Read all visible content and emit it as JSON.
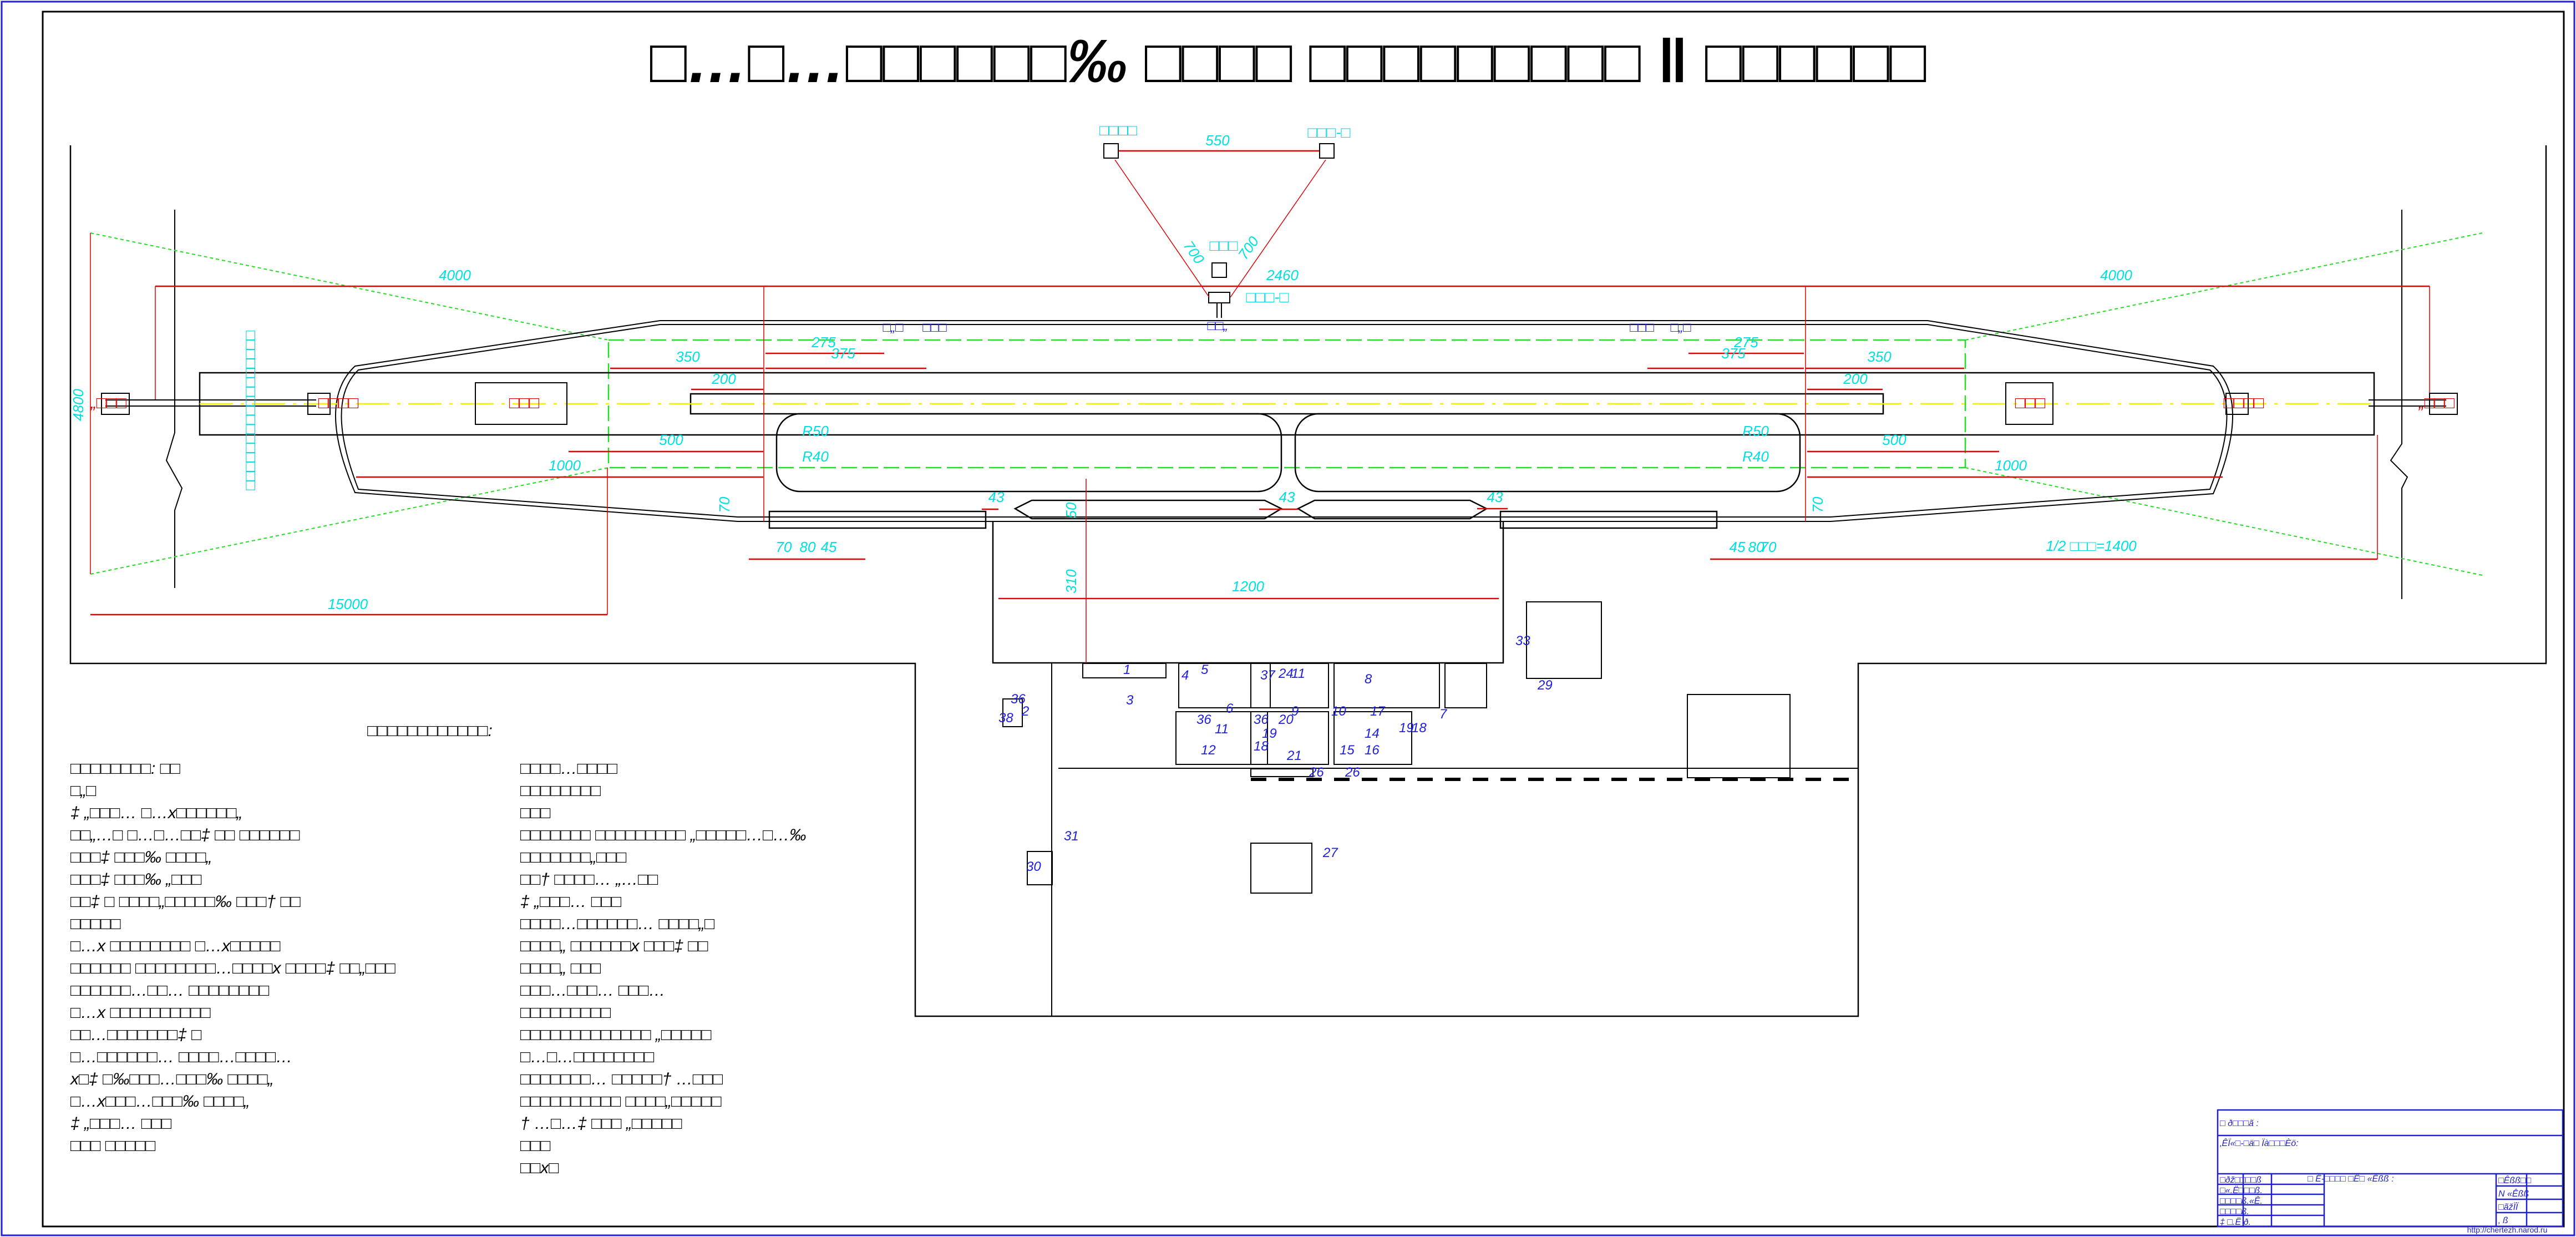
{
  "drawing": {
    "title": "□…□…□□□□□□‰ □□□□ □□□□□□□□□ ‖ □□□□□□",
    "colors": {
      "outline": "#000000",
      "dimension_line": "#e00000",
      "dimension_text": "#00e0e0",
      "boundary_dashed": "#22dd22",
      "axis_line": "#f0f000",
      "building_numbers": "#2020e0",
      "sheet_border": "#2020d0"
    }
  },
  "radar_triangle": {
    "left_label": "□□□□",
    "right_label": "□□□-□",
    "center_label": "□□□",
    "base_label": "□□□-□",
    "base_sub_label": "□□„",
    "dim_top": "550",
    "dim_left": "700",
    "dim_right": "700"
  },
  "dimensions": {
    "left_span": "4000",
    "center_span": "2460",
    "right_span": "4000",
    "left_height": "4800",
    "left_bottom": "15000",
    "strip_offset_l": "350",
    "strip_offset_r": "350",
    "top_275_l": "275",
    "top_275_r": "275",
    "top_375_l": "375",
    "top_375_r": "375",
    "stub_200_l": "200",
    "stub_200_r": "200",
    "dist_500_l": "500",
    "dist_500_r": "500",
    "dist_1000_l": "1000",
    "dist_1000_r": "1000",
    "r50_l": "R50",
    "r40_l": "R40",
    "r50_r": "R50",
    "r40_r": "R40",
    "v70_l": "70",
    "v70_r": "70",
    "b70_l": "70",
    "b80_l": "80",
    "b45_l": "45",
    "b45_r": "45",
    "b80_r": "80",
    "b70_r": "70",
    "gap43_a": "43",
    "gap43_b": "43",
    "gap43_c": "43",
    "apron_50": "50",
    "apron_310": "310",
    "apron_1200": "1200",
    "half_strip": "1/2 □□□=1400"
  },
  "runway_labels": {
    "far_l": "„□□□",
    "near_l": "□□□□",
    "mid_l": "□□□",
    "far_r": "„□□□",
    "near_r": "□□□□",
    "mid_r": "□□□",
    "marker_l1": "□„□",
    "marker_l2": "□□□",
    "marker_r1": "□□□",
    "marker_r2": "□„□",
    "vertical_note": "□□□□□□□□□□□□□□□□□"
  },
  "buildings": [
    "1",
    "2",
    "3",
    "4",
    "5",
    "6",
    "36",
    "37",
    "24",
    "20",
    "36",
    "11",
    "8",
    "9",
    "10",
    "17",
    "7",
    "33",
    "29",
    "11",
    "19",
    "12",
    "18",
    "21",
    "14",
    "15",
    "16",
    "19",
    "18",
    "26",
    "26",
    "38",
    "36",
    "30",
    "31",
    "27"
  ],
  "notes": {
    "heading": "□□□□□□□□□□□□:",
    "col1": [
      "□□□□□□□□: □□",
      "□„□",
      "‡ „□□□… □…x□□□□□□„",
      "□□„…□ □…□…□□‡ □□ □□□□□□",
      "□□□‡ □□□‰ □□□□„",
      "□□□‡ □□□‰ „□□□",
      "□□‡ □ □□□□„□□□□□‰ □□□† □□",
      "□□□□□",
      "□…x □□□□□□□□ □…x□□□□□",
      "□□□□□□ □□□□□□□□…□□□□x □□□□‡ □□„□□□",
      "□□□□□□…□□… □□□□□□□□",
      "□…x □□□□□□□□□□",
      "□□…□□□□□□□‡ □",
      "□…□□□□□□… □□□□…□□□□…",
      "x□‡ □‰□□□…□□□‰ □□□□„",
      "□…x□□□…□□□‰ □□□□„",
      "‡ „□□□… □□□",
      "□□□ □□□□□"
    ],
    "col2": [
      "□□□□…□□□□",
      "□□□□□□□□",
      "□□□",
      "□□□□□□□ □□□□□□□□□ „□□□□□…□…‰",
      "□□□□□□□„□□□",
      "□□† □□□□… „…□□",
      "‡ „□□□… □□□",
      "□□□□…□□□□□□… □□□□„□",
      "□□□□„ □□□□□□x □□□‡ □□",
      "□□□□„ □□□",
      "□□□…□□□… □□□…",
      "□□□□□□□□□",
      "□□□□□□□□□□□□□ „□□□□□",
      "□…□…□□□□□□□□",
      "□□□□□□□… □□□□□† …□□□",
      "□□□□□□□□□□ □□□□„□□□□□",
      "† …□…‡ □□□ „□□□□□",
      "□□□",
      "□□x□"
    ]
  },
  "title_block": {
    "row_top": "□ ð□□□ã :",
    "row_second": "‚ÊÏ«□-□ä□ Ïà□□□Èö:",
    "left_labels": [
      "□ðž□□□□ß",
      "□«.Ë□□□ß.",
      "□□□□ß.«Ê.",
      "□□□□ß.",
      "‡  □.Ë ð."
    ],
    "center_text": "□ Ê-□□□□ □Ë□ «Êßß :",
    "right_labels": [
      "□Êßß□□",
      "N «Êßß",
      "□ãžÏÏ",
      "‚ ß"
    ],
    "url": "http://chertezh.narod.ru"
  }
}
